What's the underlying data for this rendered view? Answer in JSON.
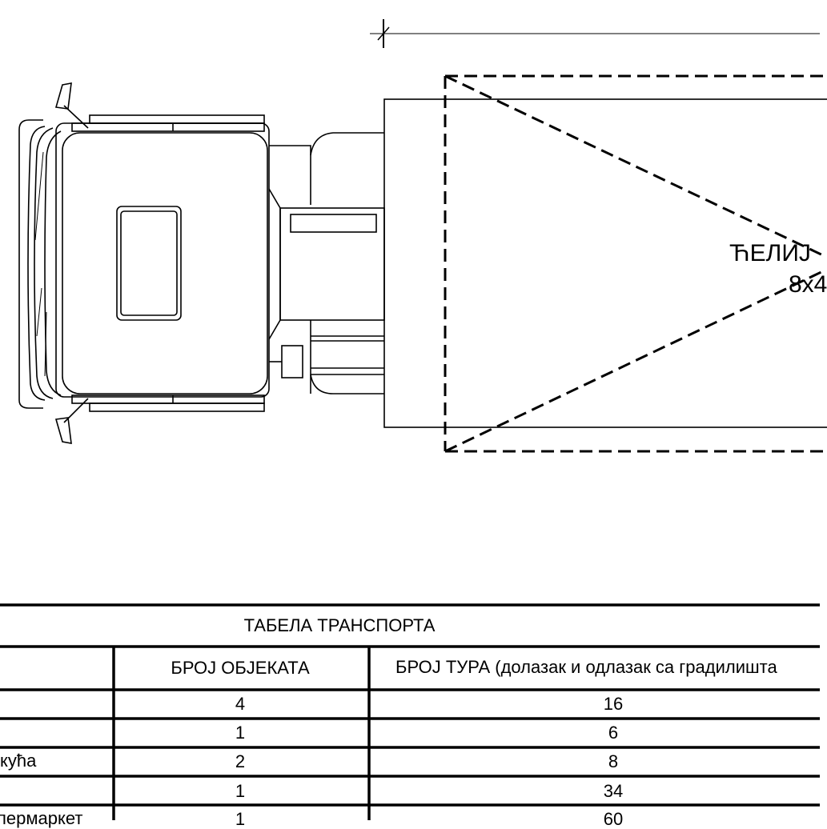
{
  "cargo": {
    "label_line1": "ЋЕЛИЈ",
    "label_line2": "8х4"
  },
  "transport_table": {
    "title": "ТАБЕЛА ТРАНСПОРТА",
    "headers": [
      "",
      "БРОЈ ОБЈЕКАТА",
      "БРОЈ ТУРА (долазак и одлазак са градилишта"
    ],
    "rows": [
      {
        "name": "",
        "objects": "4",
        "tours": "16"
      },
      {
        "name": "",
        "objects": "1",
        "tours": "6"
      },
      {
        "name": "кућа",
        "objects": "2",
        "tours": "8"
      },
      {
        "name": "",
        "objects": "1",
        "tours": "34"
      },
      {
        "name": "пермаркет",
        "objects": "1",
        "tours": "60"
      }
    ]
  }
}
